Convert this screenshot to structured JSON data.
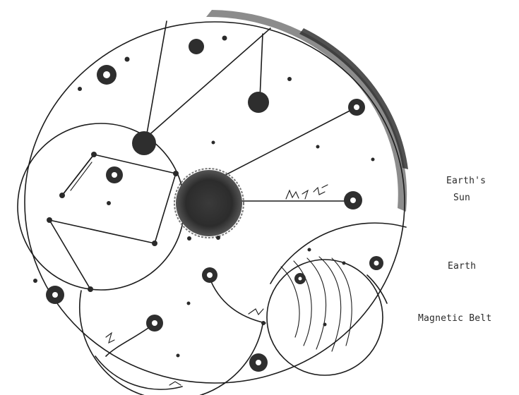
{
  "labels": {
    "earths_sun_line1": "Earth's",
    "earths_sun_line2": "Sun",
    "earth": "Earth",
    "magnetic_belt": "Magnetic Belt"
  },
  "colors": {
    "ink": "#1c1c1c",
    "shadow": "#555555",
    "paper": "#ffffff"
  }
}
